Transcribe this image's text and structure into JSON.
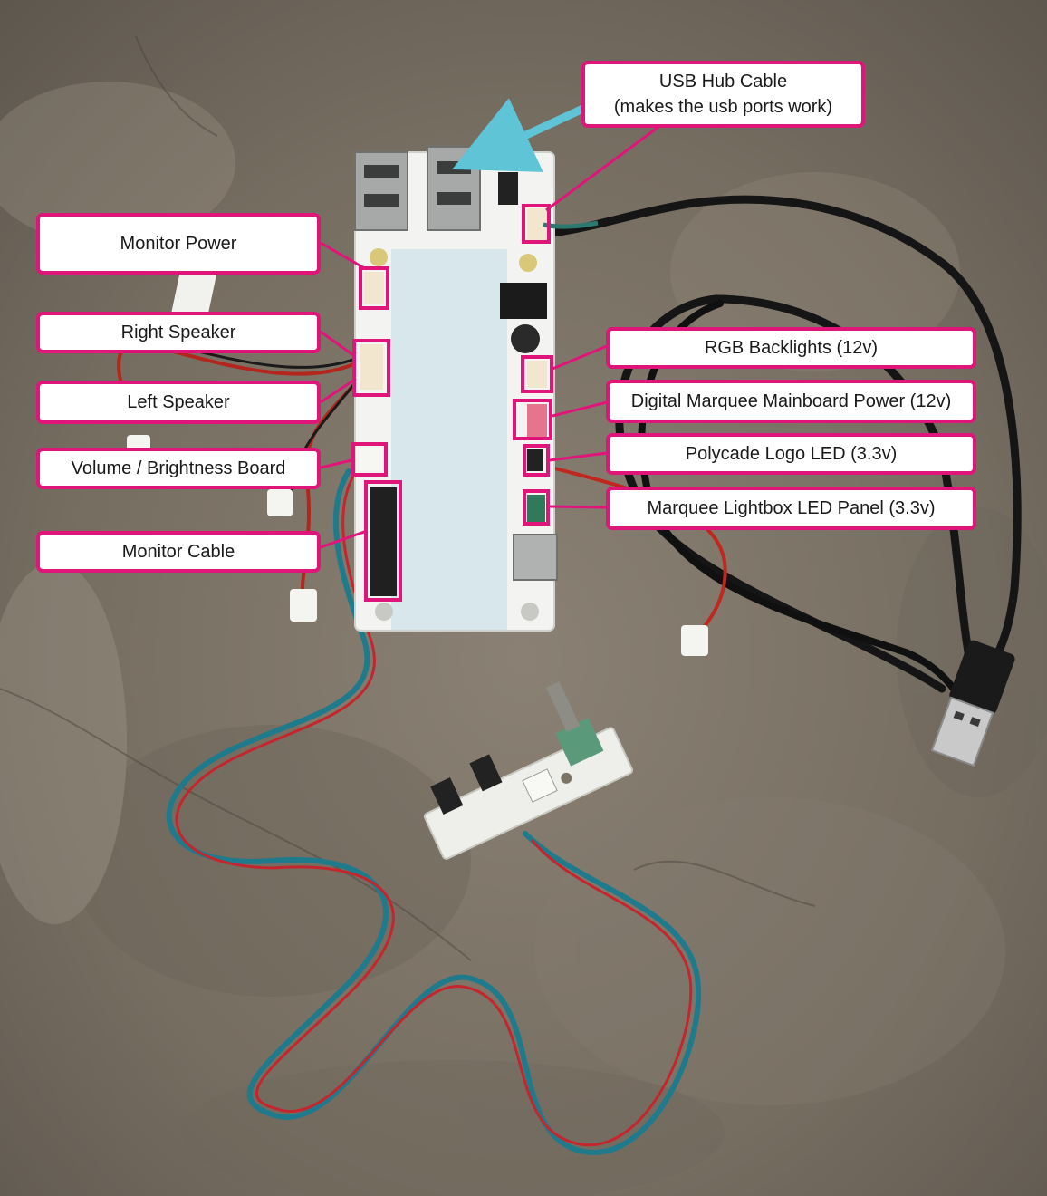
{
  "labels": {
    "usb_hub_cable": {
      "title": "USB Hub Cable",
      "subtitle": "(makes the usb ports work)"
    },
    "monitor_power": "Monitor Power",
    "right_speaker": "Right Speaker",
    "left_speaker": "Left Speaker",
    "volume_brightness_board": "Volume / Brightness Board",
    "monitor_cable": "Monitor Cable",
    "rgb_backlights": "RGB Backlights (12v)",
    "digital_marquee_power": "Digital Marquee Mainboard Power (12v)",
    "polycade_logo_led": "Polycade Logo LED (3.3v)",
    "marquee_lightbox_led": "Marquee Lightbox LED Panel (3.3v)"
  },
  "colors": {
    "callout_border": "#e0157a",
    "arrow": "#5ec4d6",
    "board": "#eef0f0",
    "floor": "#7d7468"
  }
}
